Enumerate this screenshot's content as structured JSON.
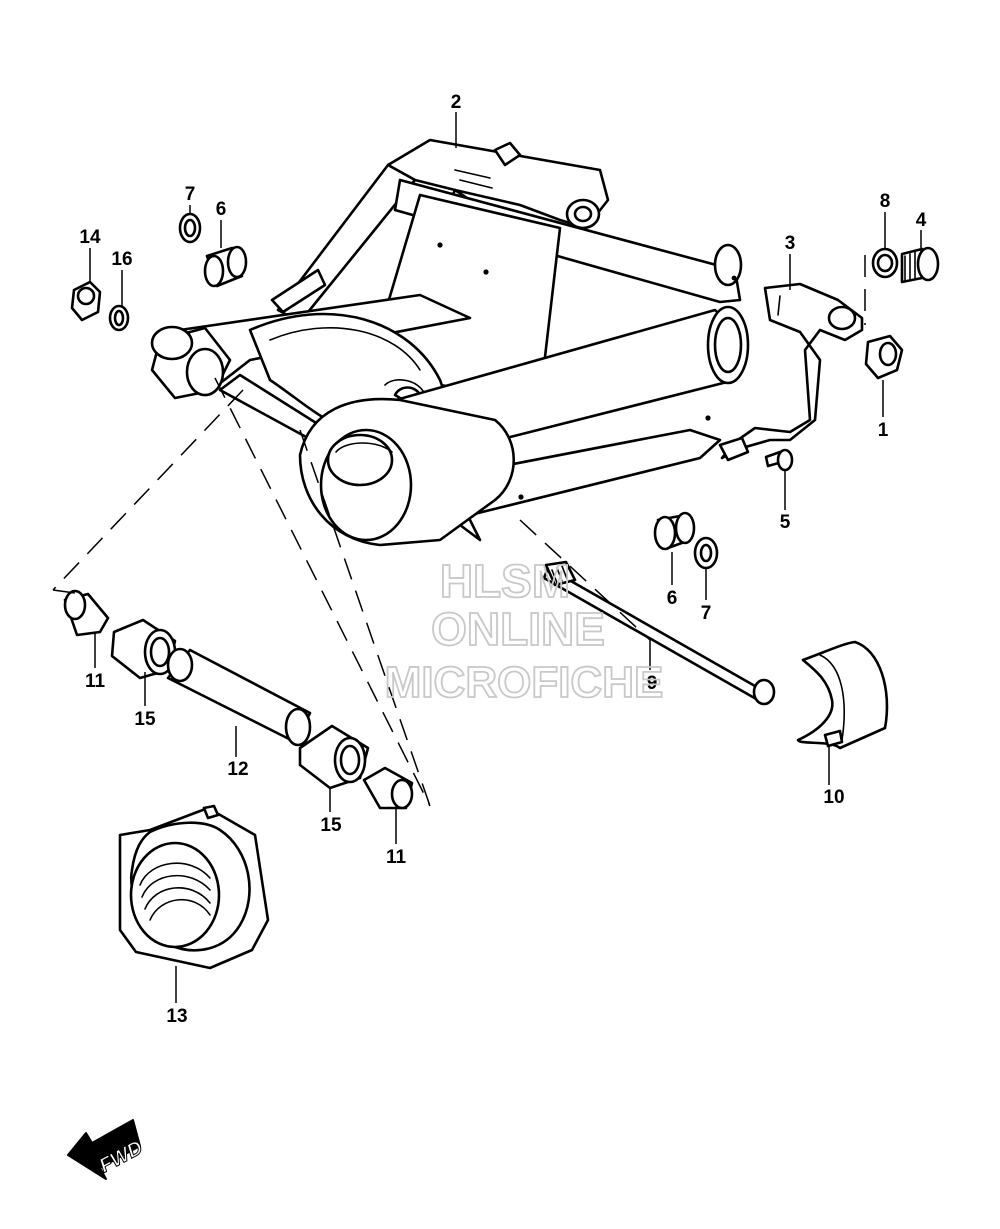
{
  "callouts": {
    "c1": "1",
    "c2": "2",
    "c3": "3",
    "c4": "4",
    "c5": "5",
    "c6a": "6",
    "c6b": "6",
    "c7a": "7",
    "c7b": "7",
    "c8": "8",
    "c9": "9",
    "c10": "10",
    "c11a": "11",
    "c11b": "11",
    "c12": "12",
    "c13": "13",
    "c14": "14",
    "c15a": "15",
    "c15b": "15",
    "c16": "16"
  },
  "watermark": {
    "line1": "HLSM",
    "line2": "ONLINE",
    "line3": "MICROFICHE",
    "color": "#c8c8c8"
  },
  "fwd_arrow": {
    "label": "FWD"
  }
}
